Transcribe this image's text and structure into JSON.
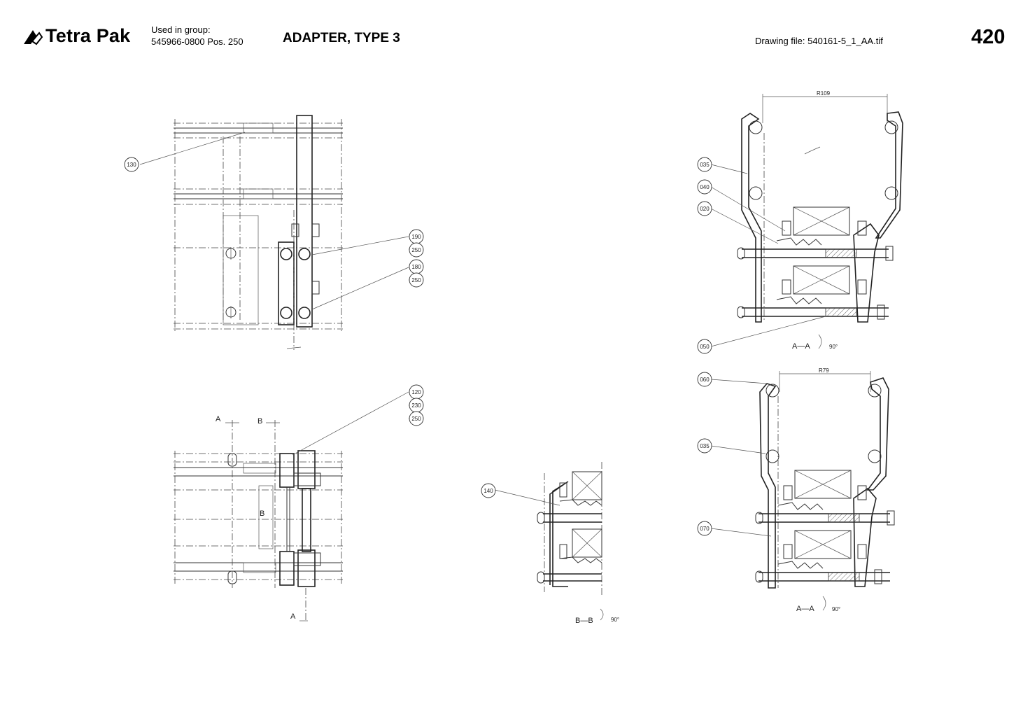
{
  "header": {
    "brand": "Tetra Pak",
    "group_label": "Used in group:",
    "group_value": "545966-0800 Pos. 250",
    "title": "ADAPTER, TYPE 3",
    "drawing_file": "Drawing file:  540161-5_1_AA.tif",
    "page_number": "420"
  },
  "callouts": [
    {
      "label": "130"
    },
    {
      "label": "190"
    },
    {
      "label": "250"
    },
    {
      "label": "180"
    },
    {
      "label": "250"
    },
    {
      "label": "120"
    },
    {
      "label": "230"
    },
    {
      "label": "250"
    },
    {
      "label": "140"
    },
    {
      "label": "035"
    },
    {
      "label": "040"
    },
    {
      "label": "020"
    },
    {
      "label": "050"
    },
    {
      "label": "060"
    },
    {
      "label": "035"
    },
    {
      "label": "070"
    }
  ],
  "annotations": {
    "section_aa_top": "A—A",
    "rotation_top": "90°",
    "radius_top": "R109",
    "section_aa_bottom": "A—A",
    "rotation_bottom": "90°",
    "radius_bottom": "R79",
    "section_bb": "B—B",
    "rotation_bb": "90°",
    "mark_a_top": "A",
    "mark_b_top": "B",
    "mark_b_mid": "B",
    "mark_a_bottom": "A"
  }
}
